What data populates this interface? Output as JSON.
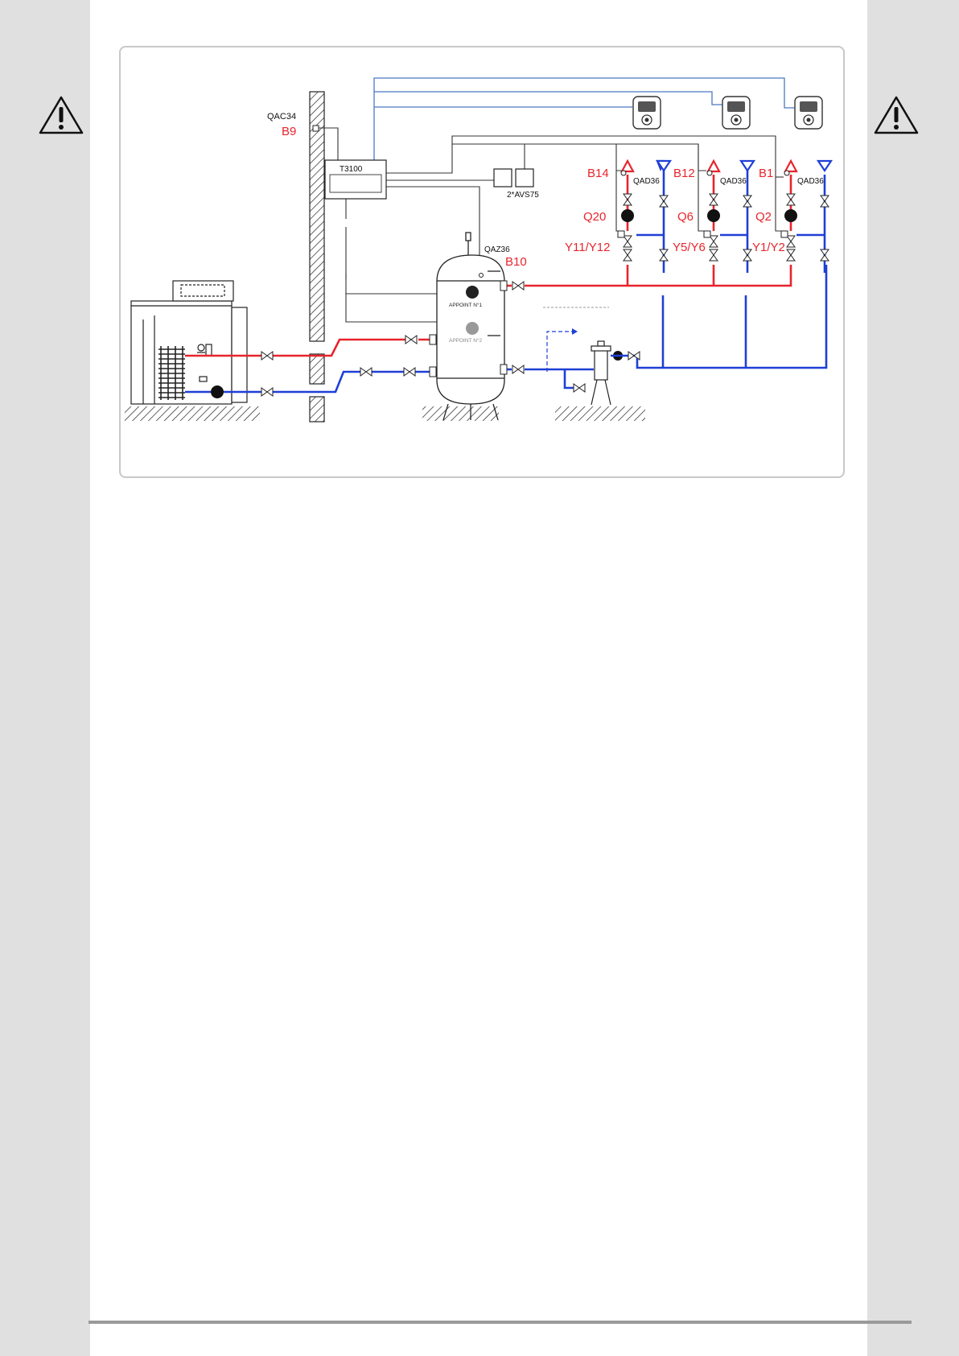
{
  "colors": {
    "hot_line": "#e8242c",
    "cold_line": "#1f3fd6",
    "control_line": "#4a78c4",
    "wire": "#333333",
    "sidebar": "#e0e0e0",
    "frame_border": "#c8c8c8",
    "footer_rule": "#9a9a9a"
  },
  "icons": {
    "left_warning": "warning-triangle-icon",
    "right_warning": "warning-triangle-icon"
  },
  "diagram": {
    "outdoor_sensor_model": "QAC34",
    "outdoor_sensor_label": "B9",
    "controller_model": "T3100",
    "extension_module": "2*AVS75",
    "tank_sensor_model": "QAZ36",
    "tank_sensor_label": "B10",
    "appoint_1": "APPOINT N°1",
    "appoint_2": "APPOINT N°2",
    "circuits": [
      {
        "sensor": "B14",
        "sensor_model": "QAD36",
        "pump": "Q20",
        "valve": "Y11/Y12"
      },
      {
        "sensor": "B12",
        "sensor_model": "QAD36",
        "pump": "Q6",
        "valve": "Y5/Y6"
      },
      {
        "sensor": "B1",
        "sensor_model": "QAD36",
        "pump": "Q2",
        "valve": "Y1/Y2"
      }
    ]
  }
}
